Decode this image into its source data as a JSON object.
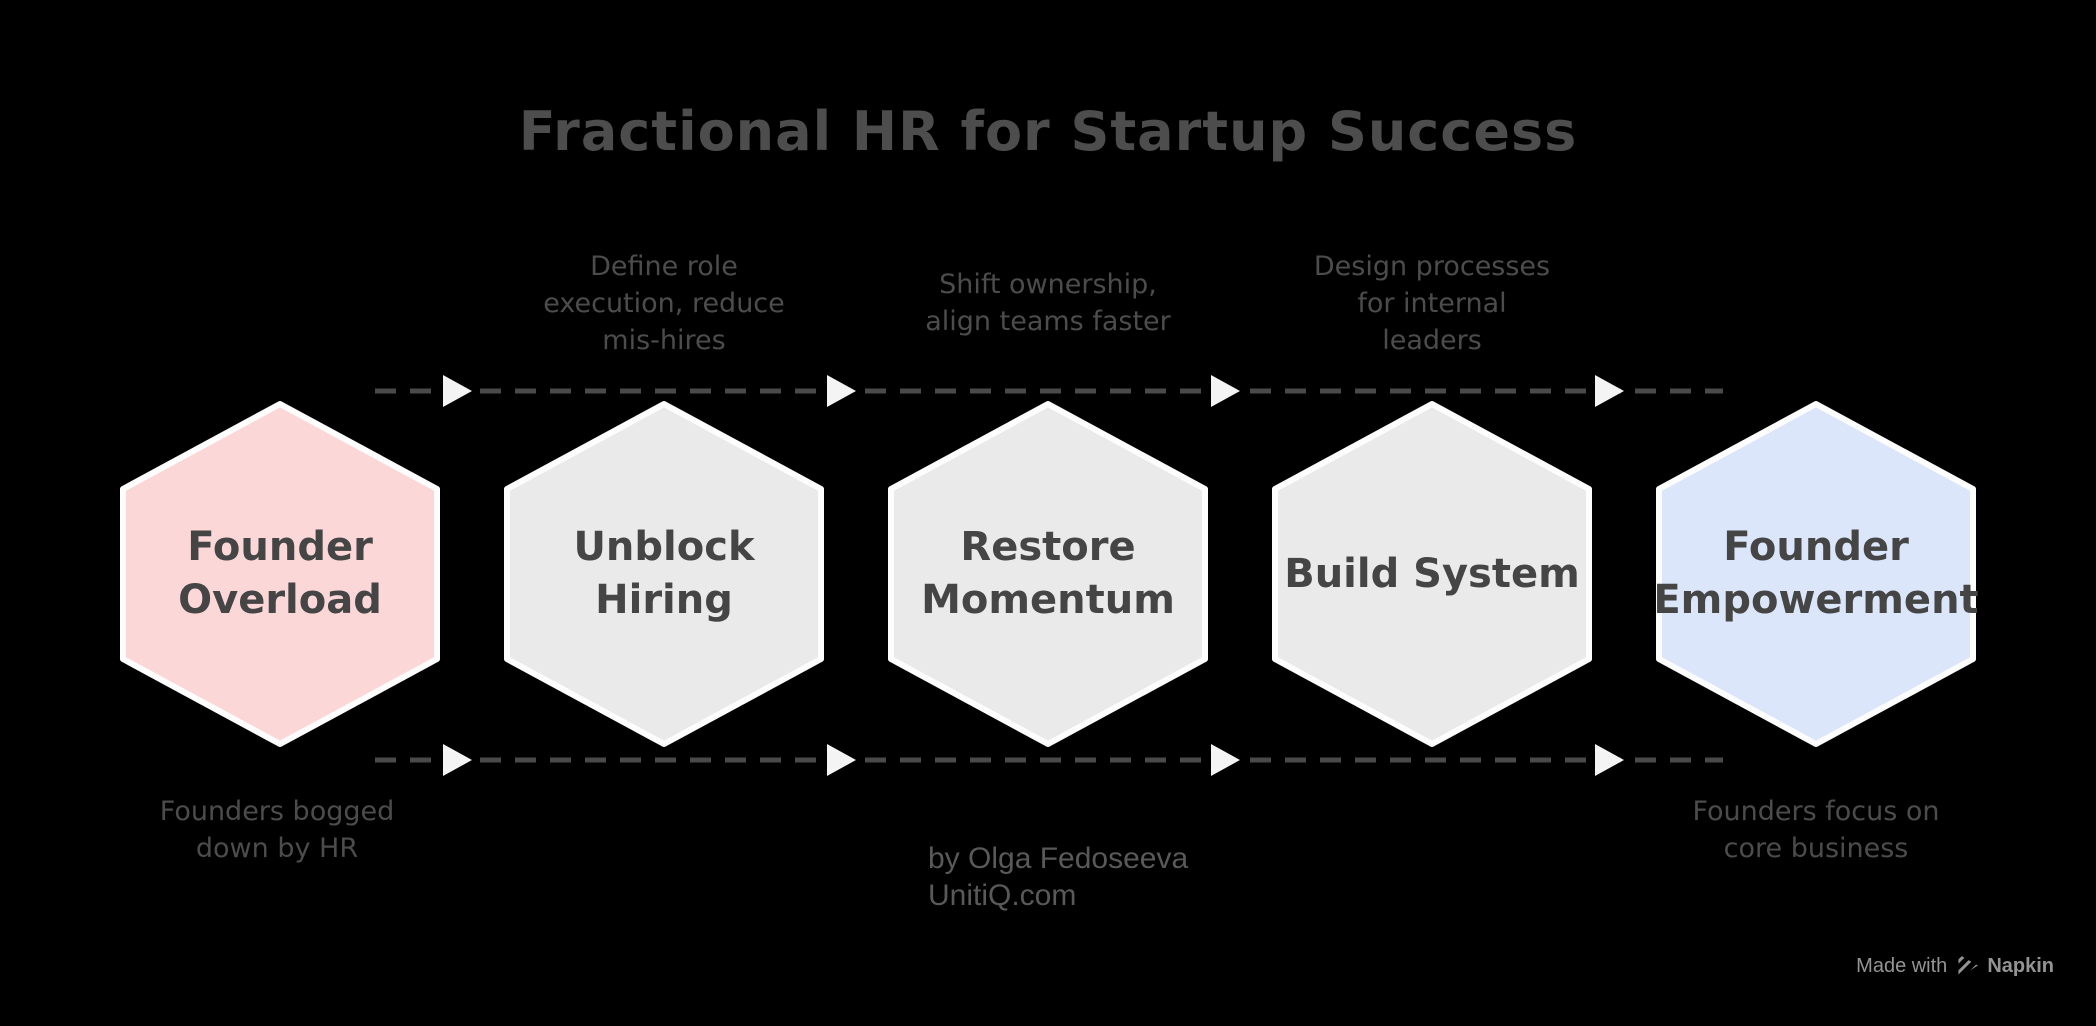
{
  "title": "Fractional HR for Startup Success",
  "colors": {
    "background": "#000000",
    "text_dark": "#4c4c4c",
    "dash_line": "#4a4a4a",
    "arrowhead": "#f4f4f4",
    "hex_border": "#fdfdfd",
    "hex_pink": "#fcd7d8",
    "hex_gray": "#ebeaea",
    "hex_blue": "#dbe6fb"
  },
  "steps": [
    {
      "label": "Founder\nOverload",
      "color": "#fcd7d8"
    },
    {
      "label": "Unblock\nHiring",
      "color": "#ebeaea"
    },
    {
      "label": "Restore\nMomentum",
      "color": "#ebeaea"
    },
    {
      "label": "Build System",
      "color": "#ebeaea"
    },
    {
      "label": "Founder\nEmpowerment",
      "color": "#dbe6fb"
    }
  ],
  "transition_notes": [
    {
      "text": "Define role\nexecution, reduce\nmis-hires"
    },
    {
      "text": "Shift ownership,\nalign teams faster"
    },
    {
      "text": "Design processes\nfor internal\nleaders"
    }
  ],
  "outcome_notes": [
    {
      "text": "Founders bogged\ndown by HR"
    },
    {
      "text": "Founders focus on\ncore business"
    }
  ],
  "attribution": {
    "text": "by Olga Fedoseeva\nUnitiQ.com"
  },
  "made_with": {
    "text": "Made with",
    "brand": "Napkin"
  }
}
